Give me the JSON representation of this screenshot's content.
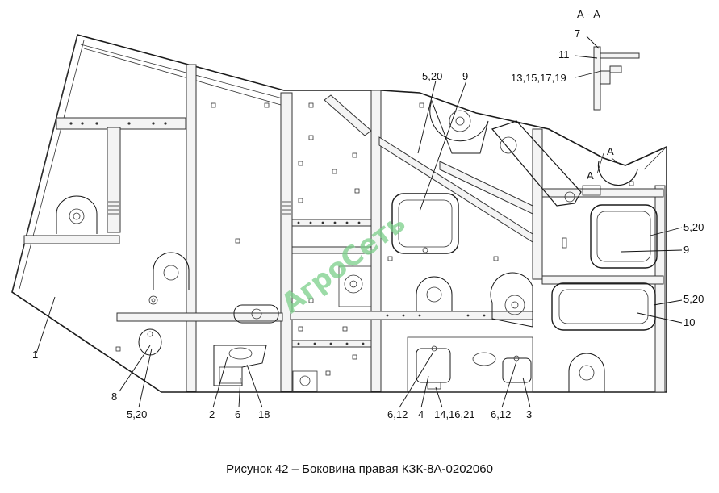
{
  "section_title": "А - А",
  "watermark": "АгроСеть",
  "caption": "Рисунок 42 – Боковина правая КЗК-8А-0202060",
  "section_labels": {
    "l7": "7",
    "l11": "11",
    "l13": "13,15,17,19"
  },
  "labels": {
    "l520_top": "5,20",
    "l9_top": "9",
    "l520_right1": "5,20",
    "l9_right": "9",
    "l520_right2": "5,20",
    "l10": "10",
    "l1": "1",
    "l8": "8",
    "l520_bottom": "5,20",
    "l2": "2",
    "l6": "6",
    "l18": "18",
    "l612_a": "6,12",
    "l4": "4",
    "l14": "14,16,21",
    "l612_b": "6,12",
    "l3": "3",
    "lA1": "A",
    "lA2": "A"
  }
}
